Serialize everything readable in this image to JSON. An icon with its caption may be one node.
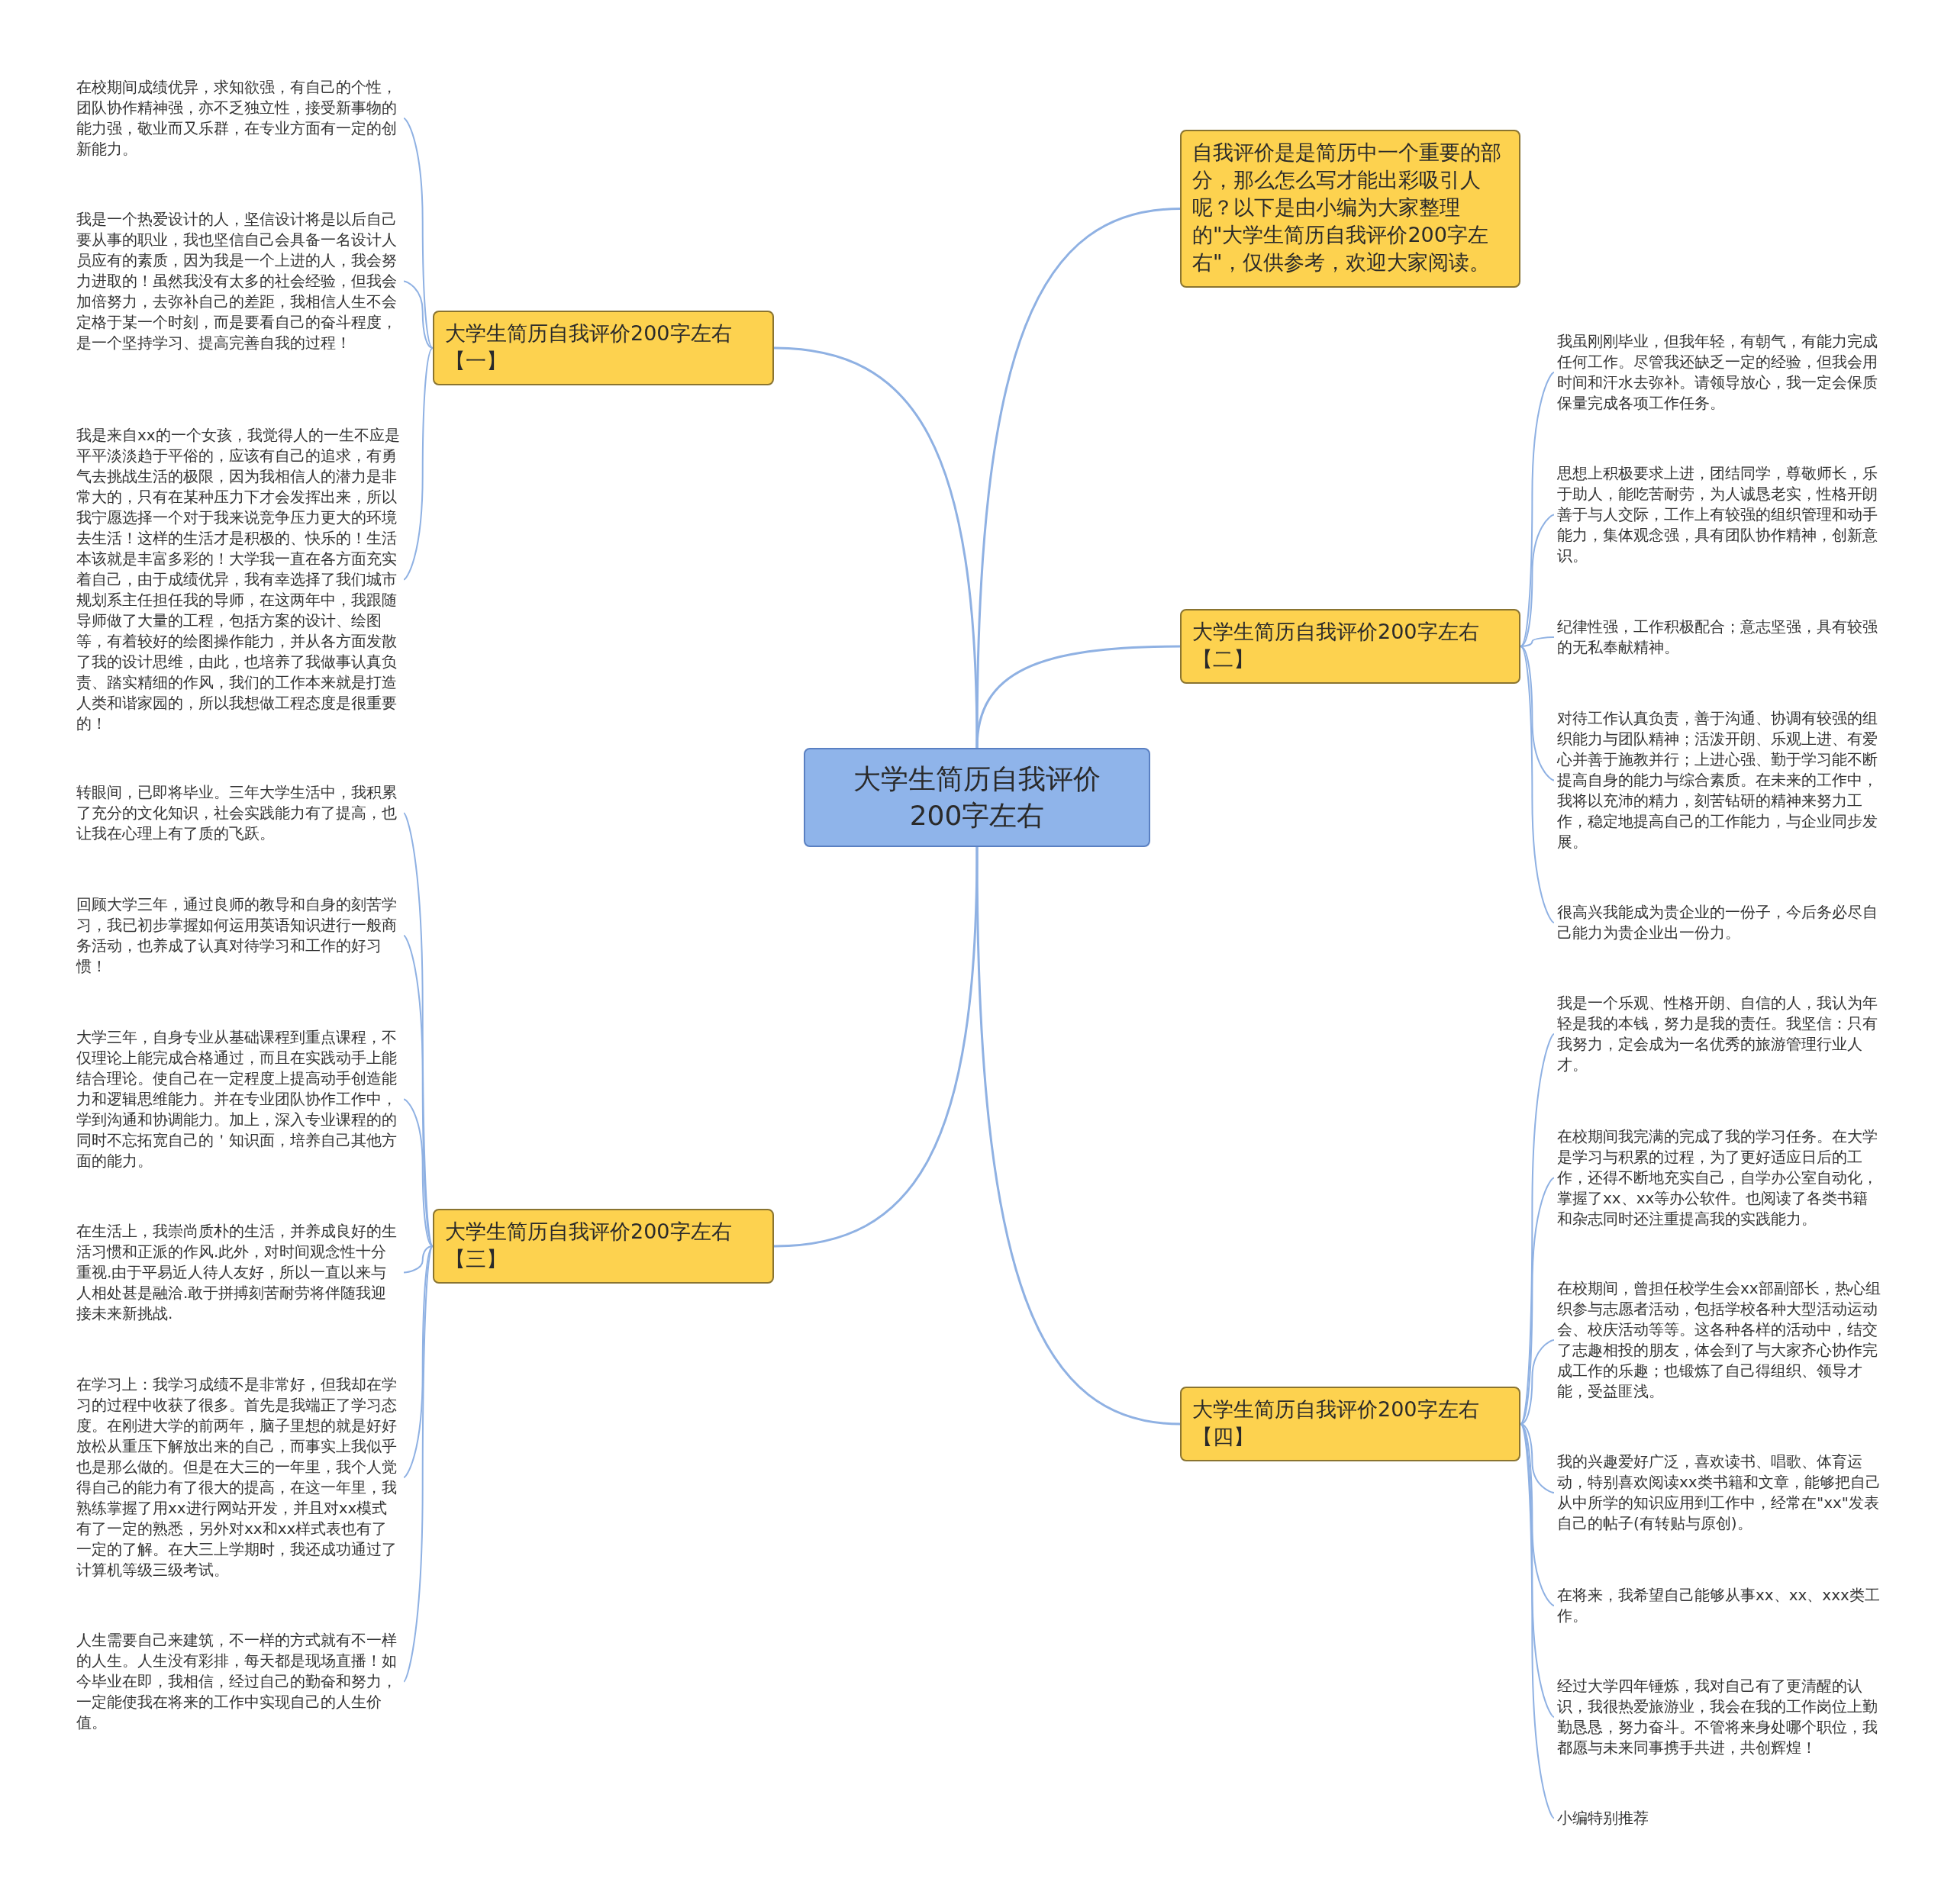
{
  "diagram": {
    "nodes": [
      {
        "text": [
          "大学生简历自我评价200字左右"
        ]
      },
      {
        "text": [
          "自我评价是是简历中一个重要的部分，那么怎么写才能出彩吸引人呢？以下是由小编为大家整理的\"大学生简历自我评价200字左右\"，仅供参考，欢迎大家阅读。"
        ]
      },
      {
        "text": [
          "大学生简历自我评价200字左右【一】"
        ]
      },
      {
        "text": [
          "在校期间成绩优异，求知欲强，有自己的个性，团队协作精神强，亦不乏独立性，接受新事物的能力强，敬业而又乐群，在专业方面有一定的创新能力。"
        ]
      },
      {
        "text": [
          "我是一个热爱设计的人，坚信设计将是以后自己要从事的职业，我也坚信自己会具备一名设计人员应有的素质，因为我是一个上进的人，我会努力进取的！虽然我没有太多的社会经验，但我会加倍努力，去弥补自己的差距，我相信人生不会定格于某一个时刻，而是要看自己的奋斗程度，是一个坚持学习、提高完善自我的过程！"
        ]
      },
      {
        "text": [
          "我是来自xx的一个女孩，我觉得人的一生不应是平平淡淡趋于平俗的，应该有自己的追求，有勇气去挑战生活的极限，因为我相信人的潜力是非常大的，只有在某种压力下才会发挥出来，所以我宁愿选择一个对于我来说竞争压力更大的环境去生活！这样的生活才是积极的、快乐的！生活本该就是丰富多彩的！大学我一直在各方面充实着自己，由于成绩优异，我有幸选择了我们城市规划系主任担任我的导师，在这两年中，我跟随导师做了大量的工程，包括方案的设计、绘图等，有着较好的绘图操作能力，并从各方面发散了我的设计思维，由此，也培养了我做事认真负责、踏实精细的作风，我们的工作本来就是打造人类和谐家园的，所以我想做工程态度是很重要的！"
        ]
      },
      {
        "text": [
          "大学生简历自我评价200字左右【二】"
        ]
      },
      {
        "text": [
          "我虽刚刚毕业，但我年轻，有朝气，有能力完成任何工作。尽管我还缺乏一定的经验，但我会用时间和汗水去弥补。请领导放心，我一定会保质保量完成各项工作任务。"
        ]
      },
      {
        "text": [
          "思想上积极要求上进，团结同学，尊敬师长，乐于助人，能吃苦耐劳，为人诚恳老实，性格开朗善于与人交际，工作上有较强的组织管理和动手能力，集体观念强，具有团队协作精神，创新意识。"
        ]
      },
      {
        "text": [
          "纪律性强，工作积极配合；意志坚强，具有较强的无私奉献精神。"
        ]
      },
      {
        "text": [
          "对待工作认真负责，善于沟通、协调有较强的组织能力与团队精神；活泼开朗、乐观上进、有爱心并善于施教并行；上进心强、勤于学习能不断提高自身的能力与综合素质。在未来的工作中，我将以充沛的精力，刻苦钻研的精神来努力工作，稳定地提高自己的工作能力，与企业同步发展。"
        ]
      },
      {
        "text": [
          "很高兴我能成为贵企业的一份子，今后务必尽自己能力为贵企业出一份力。"
        ]
      },
      {
        "text": [
          "大学生简历自我评价200字左右【三】"
        ]
      },
      {
        "text": [
          "转眼间，已即将毕业。三年大学生活中，我积累了充分的文化知识，社会实践能力有了提高，也让我在心理上有了质的飞跃。"
        ]
      },
      {
        "text": [
          "回顾大学三年，通过良师的教导和自身的刻苦学习，我已初步掌握如何运用英语知识进行一般商务活动，也养成了认真对待学习和工作的好习惯！"
        ]
      },
      {
        "text": [
          "大学三年，自身专业从基础课程到重点课程，不仅理论上能完成合格通过，而且在实践动手上能结合理论。使自己在一定程度上提高动手创造能力和逻辑思维能力。并在专业团队协作工作中，学到沟通和协调能力。加上，深入专业课程的的同时不忘拓宽自己的＇知识面，培养自己其他方面的能力。"
        ]
      },
      {
        "text": [
          "在生活上，我崇尚质朴的生活，并养成良好的生活习惯和正派的作风.此外，对时间观念性十分重视.由于平易近人待人友好，所以一直以来与人相处甚是融洽.敢于拼搏刻苦耐劳将伴随我迎接未来新挑战."
        ]
      },
      {
        "text": [
          "在学习上：我学习成绩不是非常好，但我却在学习的过程中收获了很多。首先是我端正了学习态度。在刚进大学的前两年，脑子里想的就是好好放松从重压下解放出来的自己，而事实上我似乎也是那么做的。但是在大三的一年里，我个人觉得自己的能力有了很大的提高，在这一年里，我熟练掌握了用xx进行网站开发，并且对xx模式有了一定的熟悉，另外对xx和xx样式表也有了一定的了解。在大三上学期时，我还成功通过了计算机等级三级考试。"
        ]
      },
      {
        "text": [
          "人生需要自己来建筑，不一样的方式就有不一样的人生。人生没有彩排，每天都是现场直播！如今毕业在即，我相信，经过自己的勤奋和努力，一定能使我在将来的工作中实现自己的人生价值。"
        ]
      },
      {
        "text": [
          "大学生简历自我评价200字左右【四】"
        ]
      },
      {
        "text": [
          "我是一个乐观、性格开朗、自信的人，我认为年轻是我的本钱，努力是我的责任。我坚信：只有我努力，定会成为一名优秀的旅游管理行业人才。"
        ]
      },
      {
        "text": [
          "在校期间我完满的完成了我的学习任务。在大学是学习与积累的过程，为了更好适应日后的工作，还得不断地充实自己，自学办公室自动化，掌握了xx、xx等办公软件。也阅读了各类书籍和杂志同时还注重提高我的实践能力。"
        ]
      },
      {
        "text": [
          "在校期间，曾担任校学生会xx部副部长，热心组织参与志愿者活动，包括学校各种大型活动运动会、校庆活动等等。这各种各样的活动中，结交了志趣相投的朋友，体会到了与大家齐心协作完成工作的乐趣；也锻炼了自己得组织、领导才能，受益匪浅。"
        ]
      },
      {
        "text": [
          "我的兴趣爱好广泛，喜欢读书、唱歌、体育运动，特别喜欢阅读xx类书籍和文章，能够把自己从中所学的知识应用到工作中，经常在\"xx\"发表自己的帖子(有转贴与原创)。"
        ]
      },
      {
        "text": [
          "在将来，我希望自己能够从事xx、xx、xxx类工作。"
        ]
      },
      {
        "text": [
          "经过大学四年锤炼，我对自己有了更清醒的认识，我很热爱旅游业，我会在我的工作岗位上勤勤恳恳，努力奋斗。不管将来身处哪个职位，我都愿与未来同事携手共进，共创辉煌！"
        ]
      },
      {
        "text": [
          "小编特别推荐"
        ]
      }
    ],
    "edges": [
      {
        "from": 0,
        "to": 1,
        "arrow": "none"
      },
      {
        "from": 0,
        "to": 2,
        "arrow": "none"
      },
      {
        "from": 2,
        "to": 3,
        "arrow": "none"
      },
      {
        "from": 2,
        "to": 4,
        "arrow": "none"
      },
      {
        "from": 2,
        "to": 5,
        "arrow": "none"
      },
      {
        "from": 0,
        "to": 6,
        "arrow": "none"
      },
      {
        "from": 6,
        "to": 7,
        "arrow": "none"
      },
      {
        "from": 6,
        "to": 8,
        "arrow": "none"
      },
      {
        "from": 6,
        "to": 9,
        "arrow": "none"
      },
      {
        "from": 6,
        "to": 10,
        "arrow": "none"
      },
      {
        "from": 6,
        "to": 11,
        "arrow": "none"
      },
      {
        "from": 0,
        "to": 12,
        "arrow": "none"
      },
      {
        "from": 12,
        "to": 13,
        "arrow": "none"
      },
      {
        "from": 12,
        "to": 14,
        "arrow": "none"
      },
      {
        "from": 12,
        "to": 15,
        "arrow": "none"
      },
      {
        "from": 12,
        "to": 16,
        "arrow": "none"
      },
      {
        "from": 12,
        "to": 17,
        "arrow": "none"
      },
      {
        "from": 12,
        "to": 18,
        "arrow": "none"
      },
      {
        "from": 0,
        "to": 19,
        "arrow": "none"
      },
      {
        "from": 19,
        "to": 20,
        "arrow": "none"
      },
      {
        "from": 19,
        "to": 21,
        "arrow": "none"
      },
      {
        "from": 19,
        "to": 22,
        "arrow": "none"
      },
      {
        "from": 19,
        "to": 23,
        "arrow": "none"
      },
      {
        "from": 19,
        "to": 24,
        "arrow": "none"
      },
      {
        "from": 19,
        "to": 25,
        "arrow": "none"
      },
      {
        "from": 19,
        "to": 26,
        "arrow": "none"
      }
    ]
  }
}
